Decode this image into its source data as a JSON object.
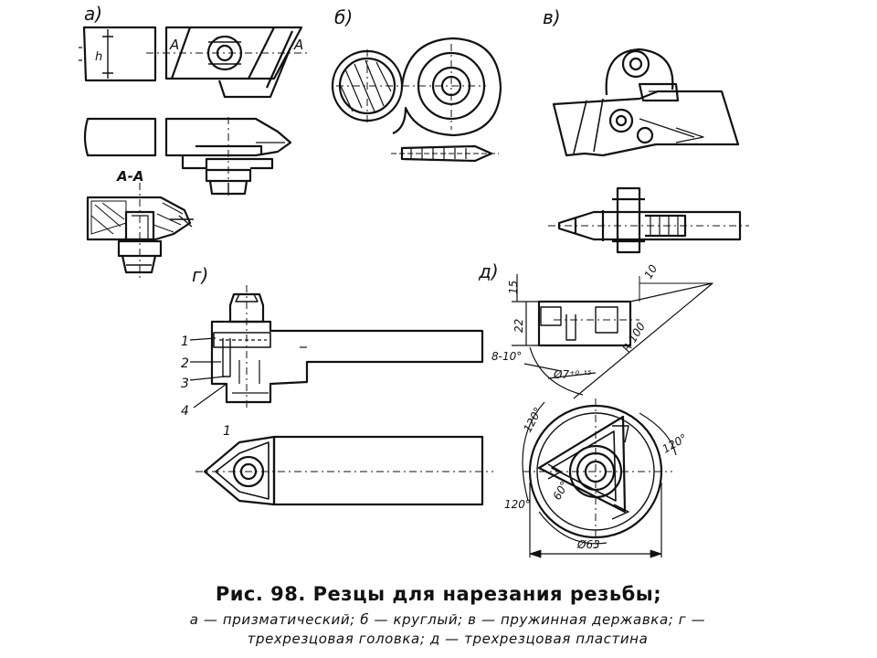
{
  "figure": {
    "panel_labels": {
      "a": "а)",
      "b": "б)",
      "v": "в)",
      "g": "г)",
      "d": "д)"
    },
    "section_label": "А-А",
    "section_marks": [
      "А",
      "А"
    ],
    "dim_h": "h",
    "part_numbers": [
      "1",
      "2",
      "3",
      "4",
      "1"
    ],
    "dims_d": {
      "d15": "15",
      "d22": "22",
      "d810": "8-10°",
      "d7": "Ø7⁺⁰·¹⁵",
      "r100": "R 100",
      "d10": "10",
      "a120_1": "120°",
      "a120_2": "120°",
      "a120_3": "120°",
      "a60": "60°",
      "d63": "Ø63"
    }
  },
  "caption": {
    "title": "Рис. 98. Резцы для нарезания резьбы;",
    "body": "а — призматический; б — круглый; в — пружинная державка; г — трехрезцовая головка; д — трехрезцовая пластина"
  }
}
